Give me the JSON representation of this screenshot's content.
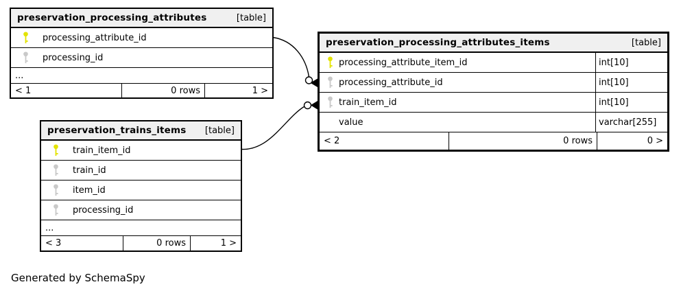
{
  "footer_note": "Generated by SchemaSpy",
  "colors": {
    "primary_key_icon": "#e3e300",
    "foreign_key_icon": "#c9c9c9",
    "header_bg": "#f0f0f0",
    "border": "#000000",
    "connector": "#000000"
  },
  "tables": [
    {
      "name": "preservation_processing_attributes",
      "tag": "[table]",
      "columns": [
        {
          "name": "processing_attribute_id",
          "key": "primary"
        },
        {
          "name": "processing_id",
          "key": "foreign"
        }
      ],
      "ellipsis": "...",
      "footer": {
        "prev": "< 1",
        "rows": "0 rows",
        "next": "1 >"
      }
    },
    {
      "name": "preservation_trains_items",
      "tag": "[table]",
      "columns": [
        {
          "name": "train_item_id",
          "key": "primary"
        },
        {
          "name": "train_id",
          "key": "foreign"
        },
        {
          "name": "item_id",
          "key": "foreign"
        },
        {
          "name": "processing_id",
          "key": "foreign"
        }
      ],
      "ellipsis": "...",
      "footer": {
        "prev": "< 3",
        "rows": "0 rows",
        "next": "1 >"
      }
    },
    {
      "name": "preservation_processing_attributes_items",
      "tag": "[table]",
      "columns": [
        {
          "name": "processing_attribute_item_id",
          "key": "primary",
          "type": "int[10]"
        },
        {
          "name": "processing_attribute_id",
          "key": "foreign",
          "type": "int[10]"
        },
        {
          "name": "train_item_id",
          "key": "foreign",
          "type": "int[10]"
        },
        {
          "name": "value",
          "key": "none",
          "type": "varchar[255]"
        }
      ],
      "footer": {
        "prev": "< 2",
        "rows": "0 rows",
        "next": "0 >"
      }
    }
  ],
  "relationships": [
    {
      "from": "preservation_processing_attributes.processing_attribute_id",
      "to": "preservation_processing_attributes_items.processing_attribute_id"
    },
    {
      "from": "preservation_trains_items.train_item_id",
      "to": "preservation_processing_attributes_items.train_item_id"
    }
  ]
}
